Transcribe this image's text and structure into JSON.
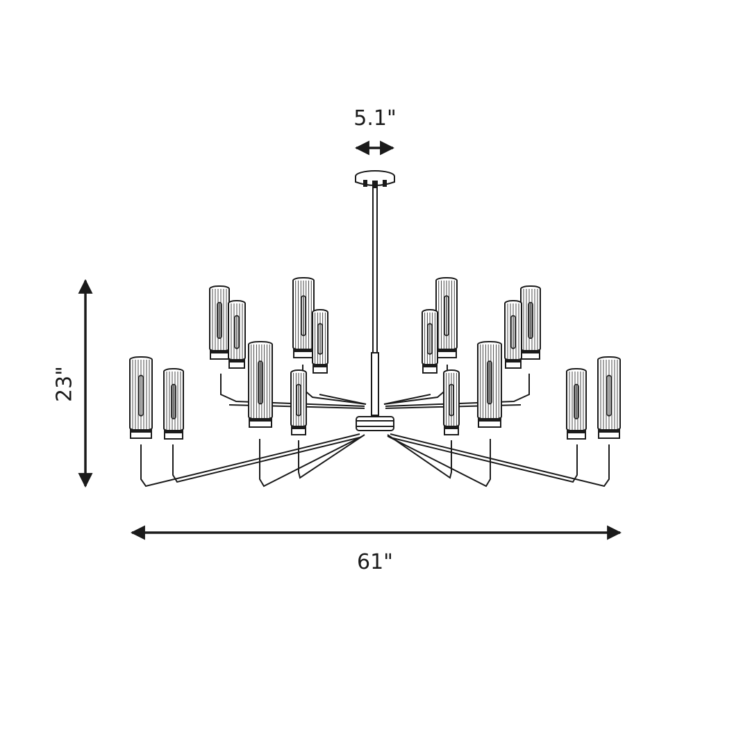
{
  "dimensions": {
    "canopy_width": "5.1\"",
    "overall_height": "23\"",
    "overall_width": "61\""
  },
  "fixture": {
    "light_count": 16,
    "style": "two-tier chandelier with fluted cylinder shades"
  },
  "colors": {
    "line": "#1a1a1a",
    "background": "#ffffff"
  }
}
